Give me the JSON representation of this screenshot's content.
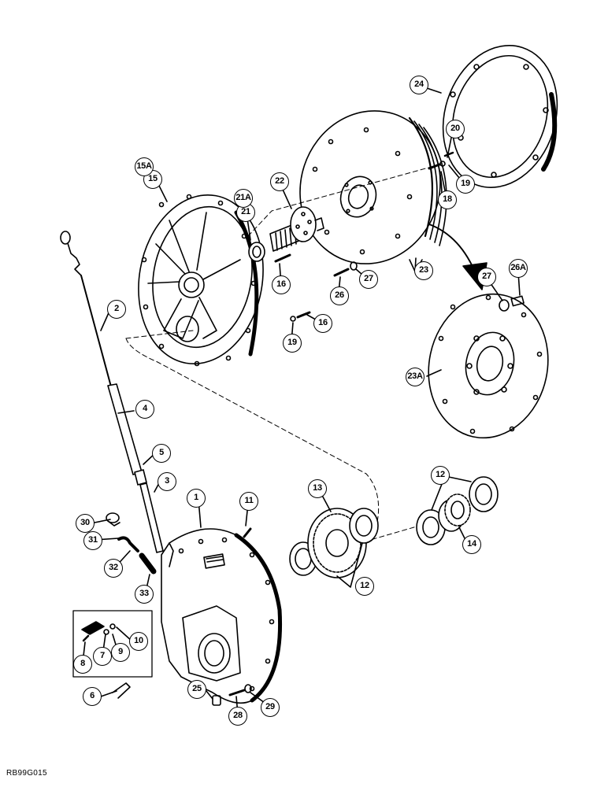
{
  "figure_code": "RB99G015",
  "callouts": [
    {
      "id": "c1",
      "label": "1"
    },
    {
      "id": "c2",
      "label": "2"
    },
    {
      "id": "c3",
      "label": "3"
    },
    {
      "id": "c4",
      "label": "4"
    },
    {
      "id": "c5",
      "label": "5"
    },
    {
      "id": "c6",
      "label": "6"
    },
    {
      "id": "c7",
      "label": "7"
    },
    {
      "id": "c8",
      "label": "8"
    },
    {
      "id": "c9",
      "label": "9"
    },
    {
      "id": "c10",
      "label": "10"
    },
    {
      "id": "c11",
      "label": "11"
    },
    {
      "id": "c12a",
      "label": "12"
    },
    {
      "id": "c12b",
      "label": "12"
    },
    {
      "id": "c13",
      "label": "13"
    },
    {
      "id": "c14",
      "label": "14"
    },
    {
      "id": "c15",
      "label": "15"
    },
    {
      "id": "c15a",
      "label": "15A"
    },
    {
      "id": "c16a",
      "label": "16"
    },
    {
      "id": "c16b",
      "label": "16"
    },
    {
      "id": "c18",
      "label": "18"
    },
    {
      "id": "c19a",
      "label": "19"
    },
    {
      "id": "c19b",
      "label": "19"
    },
    {
      "id": "c20",
      "label": "20"
    },
    {
      "id": "c21",
      "label": "21"
    },
    {
      "id": "c21a",
      "label": "21A"
    },
    {
      "id": "c22",
      "label": "22"
    },
    {
      "id": "c23",
      "label": "23"
    },
    {
      "id": "c23a",
      "label": "23A"
    },
    {
      "id": "c24",
      "label": "24"
    },
    {
      "id": "c25",
      "label": "25"
    },
    {
      "id": "c26",
      "label": "26"
    },
    {
      "id": "c26a",
      "label": "26A"
    },
    {
      "id": "c27a",
      "label": "27"
    },
    {
      "id": "c27b",
      "label": "27"
    },
    {
      "id": "c28",
      "label": "28"
    },
    {
      "id": "c29",
      "label": "29"
    },
    {
      "id": "c30",
      "label": "30"
    },
    {
      "id": "c31",
      "label": "31"
    },
    {
      "id": "c32",
      "label": "32"
    },
    {
      "id": "c33",
      "label": "33"
    }
  ]
}
